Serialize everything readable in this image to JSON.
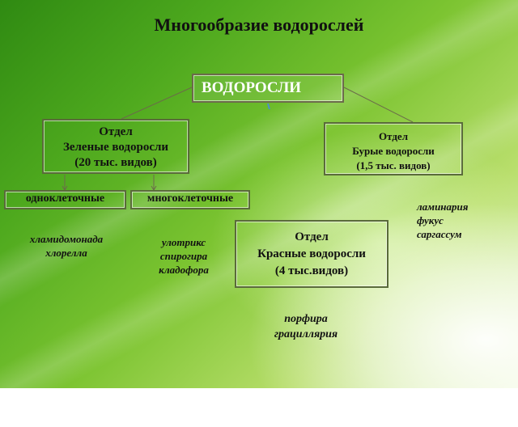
{
  "title": "Многообразие водорослей",
  "root": {
    "label": "ВОДОРОСЛИ"
  },
  "green_division": {
    "line1": "Отдел",
    "line2": "Зеленые водоросли",
    "line3": "(20 тыс. видов)"
  },
  "brown_division": {
    "line1": "Отдел",
    "line2": "Бурые водоросли",
    "line3": "(1,5 тыс. видов)"
  },
  "red_division": {
    "line1": "Отдел",
    "line2": "Красные водоросли",
    "line3": "(4 тыс.видов)"
  },
  "green_groups": {
    "unicellular": "одноклеточные",
    "multicellular": "многоклеточные"
  },
  "examples": {
    "unicellular": [
      "хламидомонада",
      "хлорелла"
    ],
    "multicellular": [
      "улотрикс",
      "спирогира",
      "кладофора"
    ],
    "brown": [
      "ламинария",
      "фукус",
      "саргассум"
    ],
    "red": [
      "порфира",
      "грациллярия"
    ]
  }
}
